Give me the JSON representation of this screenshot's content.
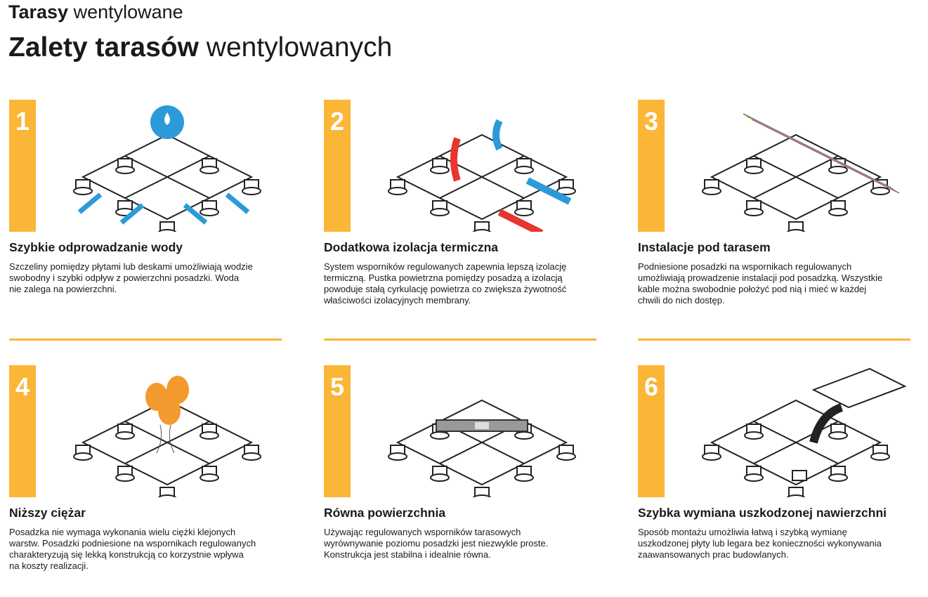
{
  "header": {
    "title_bold": "Tarasy",
    "title_rest": " wentylowane",
    "subtitle_bold": "Zalety tarasów",
    "subtitle_rest": " wentylowanych"
  },
  "accent": "#fbb637",
  "cards": [
    {
      "number": "1",
      "icon": "water-drainage-illustration",
      "title": "Szybkie odprowadzanie wody",
      "lines": [
        "Szczeliny pomiędzy płytami lub deskami umożliwiają wodzie",
        "swobodny i szybki odpływ z powierzchni posadzki. Woda",
        "nie zalega na powierzchni."
      ]
    },
    {
      "number": "2",
      "icon": "thermal-airflow-illustration",
      "title": "Dodatkowa izolacja termiczna",
      "lines": [
        "System wsporników regulowanych zapewnia lepszą izolację",
        "termiczną. Pustka powietrzna pomiędzy posadzą a izolacją",
        "powoduje stałą cyrkulację powietrza co zwiększa żywotność",
        "właściwości izolacyjnych membrany."
      ]
    },
    {
      "number": "3",
      "icon": "cables-illustration",
      "title": "Instalacje pod tarasem",
      "lines": [
        "Podniesione posadzki na wspornikach regulowanych",
        "umożliwiają prowadzenie instalacji pod posadzką. Wszystkie",
        "kable można swobodnie położyć pod nią i mieć w każdej",
        "chwili do nich dostęp."
      ]
    },
    {
      "number": "4",
      "icon": "balloons-illustration",
      "title": "Niższy ciężar",
      "lines": [
        "Posadzka nie wymaga wykonania wielu ciężki klejonych",
        "warstw. Posadzki podniesione na wspornikach regulowanych",
        "charakteryzują się lekką konstrukcją co korzystnie wpływa",
        "na koszty realizacji."
      ]
    },
    {
      "number": "5",
      "icon": "spirit-level-illustration",
      "title": "Równa powierzchnia",
      "lines": [
        "Używając regulowanych wsporników tarasowych",
        "wyrównywanie poziomu posadzki jest niezwykle proste.",
        "Konstrukcja jest stabilna i idealnie równa."
      ]
    },
    {
      "number": "6",
      "icon": "tile-replacement-illustration",
      "title": "Szybka wymiana uszkodzonej nawierzchni",
      "lines": [
        "Sposób montażu umożliwia łatwą i szybką wymianę",
        "uszkodzonej płyty lub legara bez konieczności wykonywania",
        "zaawansowanych prac budowlanych."
      ]
    }
  ]
}
